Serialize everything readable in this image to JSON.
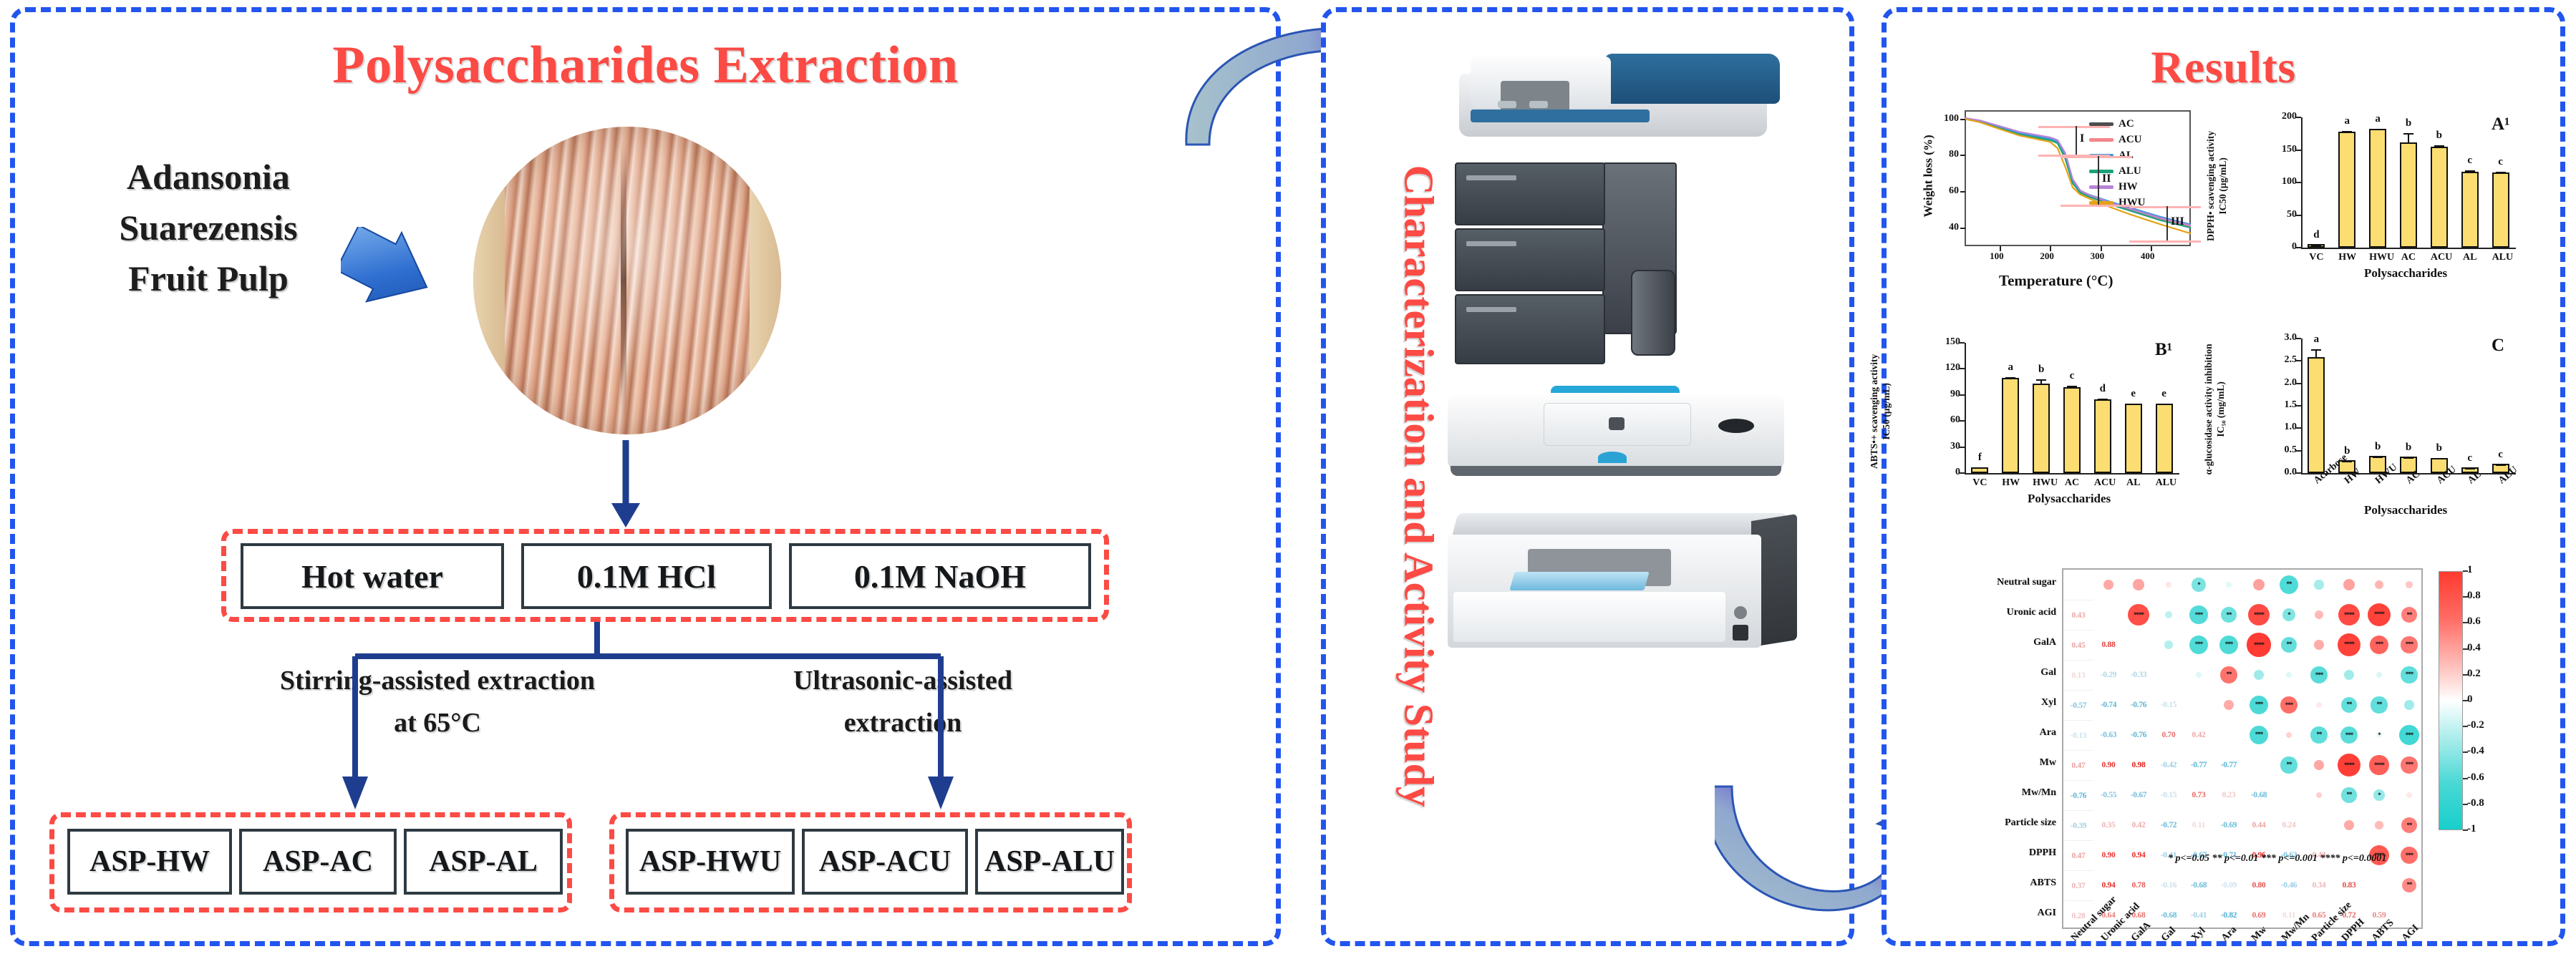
{
  "panels": {
    "extraction": {
      "title": "Polysaccharides Extraction"
    },
    "middle": {
      "label": "Characterization and Activity Study"
    },
    "results": {
      "title": "Results"
    }
  },
  "source": {
    "name_line1": "Adansonia",
    "name_line2": "Suarezensis",
    "name_line3": "Fruit Pulp",
    "photo_alt": "fruit-pulp-photo"
  },
  "methods": {
    "boxes": [
      "Hot water",
      "0.1M HCl",
      "0.1M NaOH"
    ]
  },
  "routes": {
    "left_line1": "Stirring-assisted extraction",
    "left_line2": "at 65°C",
    "right_line1": "Ultrasonic-assisted",
    "right_line2": "extraction"
  },
  "products": {
    "stirring": [
      "ASP-HW",
      "ASP-AC",
      "ASP-AL"
    ],
    "ultrasonic": [
      "ASP-HWU",
      "ASP-ACU",
      "ASP-ALU"
    ]
  },
  "instruments": [
    "uv-vis-spectrophotometer",
    "hplc-system",
    "ftir-spectrometer",
    "microplate-reader"
  ],
  "colors": {
    "accent_red": "#fc4a44",
    "panel_blue": "#2255ee",
    "bar_yellow": "#fbdd72",
    "arrow_navy": "#1f3d8f",
    "heat_positive": "#ff3b30",
    "heat_negative": "#18cfcb"
  },
  "chart_data": [
    {
      "type": "line",
      "name": "tga",
      "title": "",
      "xlabel": "Temperature (°C)",
      "ylabel": "Weight loss (%)",
      "xlim": [
        30,
        480
      ],
      "ylim": [
        30,
        105
      ],
      "xticks": [
        100,
        200,
        300,
        400
      ],
      "yticks": [
        40,
        60,
        80,
        100
      ],
      "grid": false,
      "legend_position": "top-right",
      "annotations": [
        "I",
        "II",
        "III"
      ],
      "x": [
        30,
        60,
        100,
        140,
        170,
        200,
        215,
        230,
        245,
        260,
        280,
        320,
        360,
        420,
        480
      ],
      "series": [
        {
          "name": "AC",
          "color": "#4d4d4d",
          "values": [
            100.5,
            99.0,
            95.5,
            92.0,
            90.5,
            89.0,
            87.5,
            80.0,
            66.0,
            60.0,
            57.5,
            53.5,
            50.0,
            45.0,
            41.0
          ]
        },
        {
          "name": "ACU",
          "color": "#f2868c",
          "values": [
            100.4,
            98.8,
            95.3,
            91.8,
            90.3,
            88.8,
            87.2,
            79.5,
            65.5,
            59.7,
            57.2,
            53.2,
            49.7,
            44.7,
            40.7
          ]
        },
        {
          "name": "AL",
          "color": "#3f97dd",
          "values": [
            100.6,
            99.2,
            95.8,
            92.3,
            90.8,
            89.3,
            87.9,
            80.5,
            66.5,
            60.5,
            58.2,
            54.5,
            51.2,
            46.2,
            42.0
          ]
        },
        {
          "name": "ALU",
          "color": "#1aa37a",
          "values": [
            100.3,
            98.6,
            95.0,
            91.5,
            90.0,
            88.5,
            86.8,
            78.5,
            64.8,
            59.5,
            57.0,
            53.0,
            49.5,
            44.3,
            40.2
          ]
        },
        {
          "name": "HW",
          "color": "#b783d8",
          "values": [
            100.7,
            99.4,
            96.2,
            93.0,
            91.5,
            90.0,
            88.5,
            81.5,
            67.0,
            60.8,
            58.0,
            54.0,
            50.5,
            45.5,
            41.5
          ]
        },
        {
          "name": "HWU",
          "color": "#e3a317",
          "values": [
            100.2,
            98.4,
            94.6,
            91.0,
            89.3,
            87.5,
            84.0,
            74.0,
            62.5,
            58.5,
            56.0,
            51.5,
            47.5,
            42.0,
            37.0
          ]
        }
      ]
    },
    {
      "type": "bar",
      "name": "dpph",
      "panel_letter": "A¹",
      "ylabel": "DPPH• scavenging activity IC50 (µg/mL)",
      "xlabel": "Polysaccharides",
      "ylim": [
        0,
        200
      ],
      "yticks": [
        0,
        50,
        100,
        150,
        200
      ],
      "categories": [
        "VC",
        "HW",
        "HWU",
        "AC",
        "ACU",
        "AL",
        "ALU"
      ],
      "values": [
        5,
        178,
        182,
        161,
        155,
        117,
        115
      ],
      "errors": [
        2,
        3,
        3,
        17,
        4,
        4,
        4
      ],
      "letters": [
        "d",
        "a",
        "a",
        "b",
        "b",
        "c",
        "c"
      ]
    },
    {
      "type": "bar",
      "name": "abts",
      "panel_letter": "B¹",
      "ylabel": "ABTS•+ scavenging activity IC50 (µg/mL)",
      "xlabel": "Polysaccharides",
      "ylim": [
        0,
        150
      ],
      "yticks": [
        0,
        30,
        60,
        90,
        120,
        150
      ],
      "categories": [
        "VC",
        "HW",
        "HWU",
        "AC",
        "ACU",
        "AL",
        "ALU"
      ],
      "values": [
        7,
        110,
        103,
        99,
        85,
        80,
        80
      ],
      "errors": [
        1,
        2,
        7,
        3,
        2,
        2,
        2
      ],
      "letters": [
        "f",
        "a",
        "b",
        "c",
        "d",
        "e",
        "e"
      ]
    },
    {
      "type": "bar",
      "name": "agi",
      "panel_letter": "C",
      "ylabel": "α-glucosidase activity inhibition IC₅₀ (mg/mL)",
      "xlabel": "Polysaccharides",
      "ylim": [
        0,
        3.0
      ],
      "yticks": [
        0.0,
        0.5,
        1.0,
        1.5,
        2.0,
        2.5,
        3.0
      ],
      "categories": [
        "Acarbose",
        "HW",
        "HWU",
        "AC",
        "ACU",
        "AL",
        "ALU"
      ],
      "values": [
        2.58,
        0.29,
        0.38,
        0.37,
        0.33,
        0.13,
        0.2
      ],
      "errors": [
        0.22,
        0.02,
        0.02,
        0.02,
        0.03,
        0.02,
        0.02
      ],
      "letters": [
        "a",
        "b",
        "b",
        "b",
        "b",
        "c",
        "c"
      ]
    },
    {
      "type": "heatmap",
      "name": "correlation-matrix",
      "colorbar_ticks": [
        "1",
        "0.8",
        "0.6",
        "0.4",
        "0.2",
        "0",
        "-0.2",
        "-0.4",
        "-0.6",
        "-0.8",
        "-1"
      ],
      "significance_note": "* p<=0.05  ** p<=0.01  *** p<=0.001  **** p<=0.0001",
      "labels": [
        "Neutral sugar",
        "Uronic acid",
        "GalA",
        "Gal",
        "Xyl",
        "Ara",
        "Mw",
        "Mw/Mn",
        "Particle size",
        "DPPH",
        "ABTS",
        "AGI"
      ],
      "matrix": [
        [
          null,
          0.43,
          0.45,
          0.13,
          -0.57,
          -0.13,
          0.47,
          -0.76,
          -0.39,
          0.47,
          0.37,
          0.28
        ],
        [
          0.43,
          null,
          0.88,
          -0.29,
          -0.74,
          -0.63,
          0.9,
          -0.55,
          0.35,
          0.9,
          0.94,
          0.64
        ],
        [
          0.45,
          0.88,
          null,
          -0.33,
          -0.76,
          -0.76,
          0.98,
          -0.67,
          0.42,
          0.94,
          0.78,
          0.68
        ],
        [
          0.13,
          -0.29,
          -0.33,
          null,
          -0.15,
          0.7,
          -0.42,
          -0.15,
          -0.72,
          -0.41,
          -0.16,
          -0.68
        ],
        [
          -0.57,
          -0.74,
          -0.76,
          -0.15,
          null,
          0.42,
          -0.77,
          0.73,
          0.11,
          -0.67,
          -0.68,
          -0.41
        ],
        [
          -0.13,
          -0.63,
          -0.76,
          0.7,
          0.42,
          null,
          -0.77,
          0.23,
          -0.69,
          -0.71,
          -0.09,
          -0.82
        ],
        [
          0.47,
          0.9,
          0.98,
          -0.42,
          -0.77,
          -0.77,
          null,
          -0.68,
          0.44,
          0.96,
          0.8,
          0.69
        ],
        [
          -0.76,
          -0.55,
          -0.67,
          -0.15,
          0.73,
          0.23,
          -0.68,
          null,
          0.24,
          -0.62,
          -0.46,
          0.11
        ],
        [
          -0.39,
          0.35,
          0.42,
          -0.72,
          0.11,
          -0.69,
          0.44,
          0.24,
          null,
          0.43,
          0.34,
          0.65
        ],
        [
          0.47,
          0.9,
          0.94,
          -0.41,
          -0.67,
          -0.71,
          0.96,
          -0.62,
          0.43,
          null,
          0.83,
          0.72
        ],
        [
          0.37,
          0.94,
          0.78,
          -0.16,
          -0.68,
          -0.09,
          0.8,
          -0.46,
          0.34,
          0.83,
          null,
          0.59
        ],
        [
          0.28,
          0.64,
          0.68,
          -0.68,
          -0.41,
          -0.82,
          0.69,
          0.11,
          0.65,
          0.72,
          0.59,
          null
        ]
      ],
      "stars": [
        [
          null,
          0,
          0,
          0,
          1,
          0,
          0,
          2,
          0,
          0,
          0,
          0
        ],
        [
          0,
          null,
          4,
          0,
          3,
          2,
          4,
          1,
          0,
          4,
          4,
          2
        ],
        [
          0,
          4,
          null,
          0,
          3,
          3,
          4,
          2,
          0,
          4,
          3,
          3
        ],
        [
          0,
          0,
          0,
          null,
          0,
          2,
          0,
          0,
          3,
          0,
          0,
          3
        ],
        [
          1,
          3,
          3,
          0,
          null,
          0,
          3,
          3,
          0,
          2,
          2,
          0
        ],
        [
          0,
          2,
          3,
          2,
          0,
          null,
          3,
          0,
          2,
          3,
          1,
          3
        ],
        [
          0,
          4,
          4,
          0,
          3,
          3,
          null,
          2,
          0,
          4,
          4,
          3
        ],
        [
          2,
          1,
          2,
          0,
          3,
          0,
          2,
          null,
          0,
          2,
          1,
          0
        ],
        [
          0,
          0,
          0,
          3,
          0,
          2,
          0,
          0,
          null,
          0,
          0,
          2
        ],
        [
          0,
          4,
          4,
          0,
          2,
          3,
          4,
          2,
          0,
          null,
          4,
          3
        ],
        [
          0,
          4,
          3,
          0,
          2,
          1,
          4,
          1,
          0,
          4,
          null,
          2
        ],
        [
          0,
          2,
          3,
          3,
          0,
          3,
          3,
          0,
          2,
          3,
          2,
          null
        ]
      ]
    }
  ]
}
